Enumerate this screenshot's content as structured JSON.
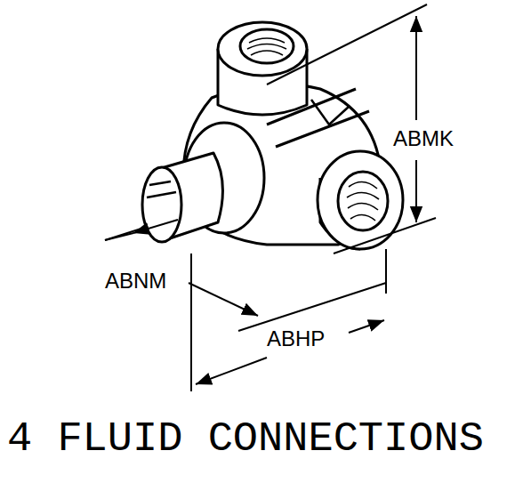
{
  "diagram": {
    "caption": "4 FLUID CONNECTIONS",
    "labels": [
      "ABMK",
      "ABNM",
      "ABHP"
    ]
  }
}
